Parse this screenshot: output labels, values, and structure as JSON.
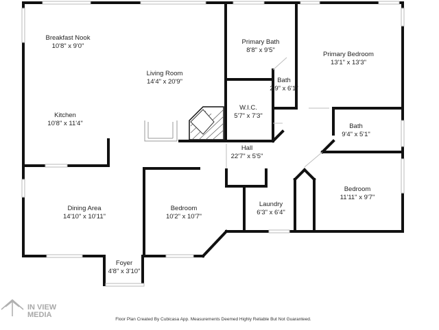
{
  "rooms": {
    "breakfast_nook": {
      "name": "Breakfast Nook",
      "dim": "10'8\" x 9'0\""
    },
    "living_room": {
      "name": "Living Room",
      "dim": "14'4\" x 20'9\""
    },
    "primary_bath": {
      "name": "Primary Bath",
      "dim": "8'8\" x 9'5\""
    },
    "primary_bedroom": {
      "name": "Primary Bedroom",
      "dim": "13'1\" x 13'3\""
    },
    "bath_small": {
      "name": "Bath",
      "dim": "2'9\" x 6'1\""
    },
    "wic": {
      "name": "W.I.C.",
      "dim": "5'7\" x 7'3\""
    },
    "kitchen": {
      "name": "Kitchen",
      "dim": "10'8\" x 11'4\""
    },
    "bath_right": {
      "name": "Bath",
      "dim": "9'4\" x 5'1\""
    },
    "hall": {
      "name": "Hall",
      "dim": "22'7\" x 5'5\""
    },
    "bedroom_right": {
      "name": "Bedroom",
      "dim": "11'11\" x 9'7\""
    },
    "dining_area": {
      "name": "Dining Area",
      "dim": "14'10\" x 10'11\""
    },
    "bedroom_mid": {
      "name": "Bedroom",
      "dim": "10'2\" x 10'7\""
    },
    "laundry": {
      "name": "Laundry",
      "dim": "6'3\" x 6'4\""
    },
    "foyer": {
      "name": "Foyer",
      "dim": "4'8\" x 3'10\""
    }
  },
  "logo": {
    "line1": "IN VIEW",
    "line2": "MEDIA"
  },
  "footer": "Floor Plan Created By Cubicasa App. Measurements Deemed Highly Reliable But Not Guaranteed."
}
